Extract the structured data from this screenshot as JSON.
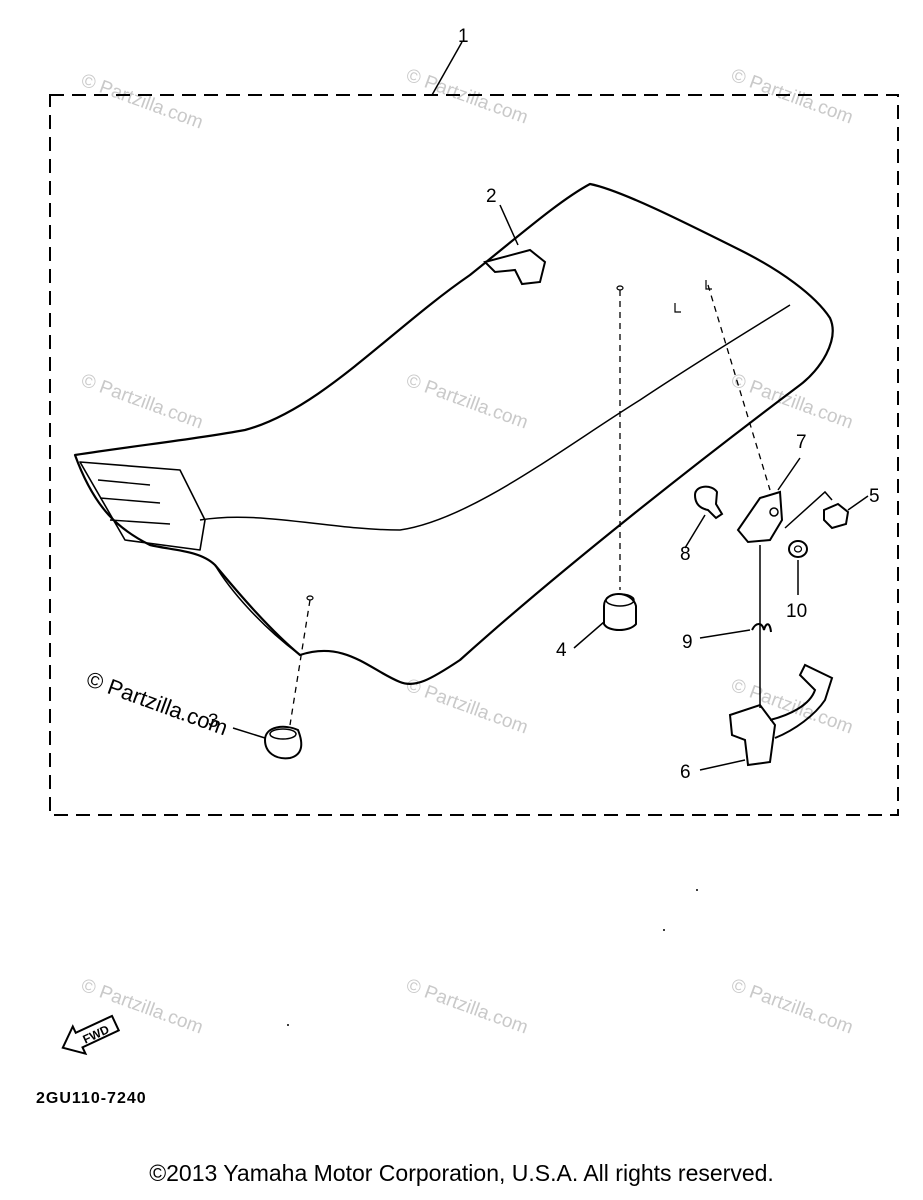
{
  "callouts": [
    "1",
    "2",
    "3",
    "4",
    "5",
    "6",
    "7",
    "8",
    "9",
    "10"
  ],
  "watermark": "© Partzilla.com",
  "fwd_label": "FWD",
  "diagram_code": "2GU110-7240",
  "copyright": "©2013 Yamaha Motor Corporation, U.S.A. All rights reserved."
}
